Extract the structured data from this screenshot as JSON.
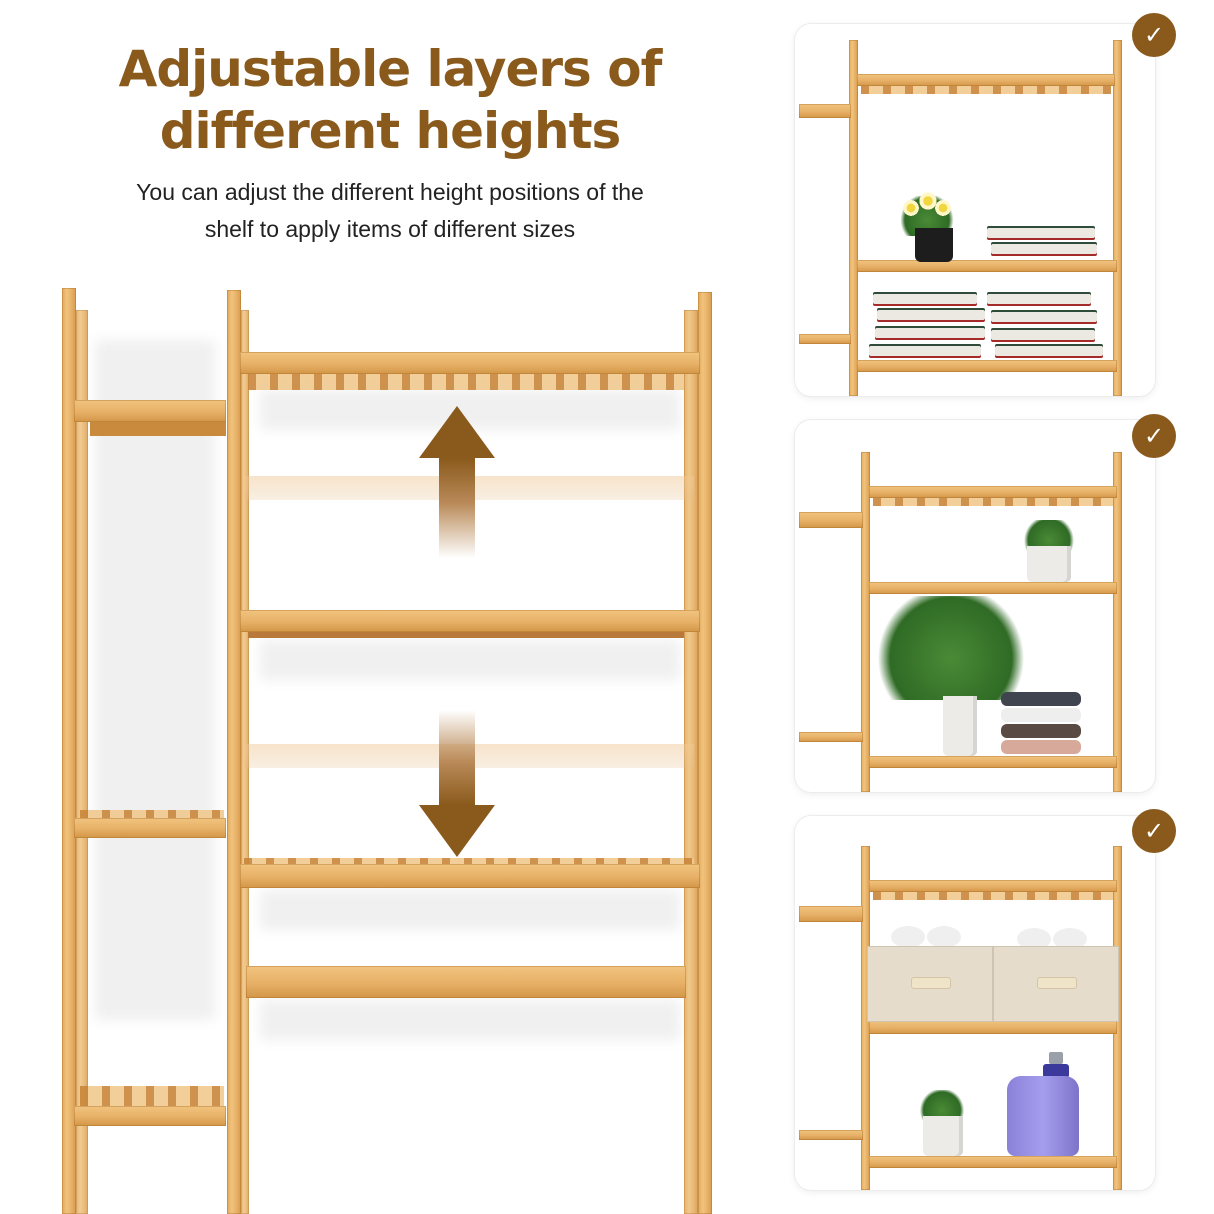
{
  "header": {
    "title_line1": "Adjustable layers of",
    "title_line2": "different heights",
    "subtitle_line1": "You can adjust the different height positions of the",
    "subtitle_line2": "shelf to apply items of different sizes"
  },
  "colors": {
    "accent_brown": "#8a5a1c",
    "subtitle_text": "#222222",
    "bamboo": "#e7b066",
    "background": "#ffffff"
  },
  "main_illustration": {
    "product": "bamboo adjustable shelf rack",
    "arrows": [
      {
        "direction": "up",
        "icon": "arrow-up-icon"
      },
      {
        "direction": "down",
        "icon": "arrow-down-icon"
      }
    ]
  },
  "cards": [
    {
      "id": "card-1",
      "badge_icon": "check-icon",
      "badge_glyph": "✓",
      "contents": [
        "potted yellow flowers",
        "stacked books"
      ]
    },
    {
      "id": "card-2",
      "badge_icon": "check-icon",
      "badge_glyph": "✓",
      "contents": [
        "small succulent",
        "fern in white pot",
        "folded towels"
      ]
    },
    {
      "id": "card-3",
      "badge_icon": "check-icon",
      "badge_glyph": "✓",
      "contents": [
        "fabric storage boxes",
        "small succulent",
        "purple detergent bottle"
      ]
    }
  ]
}
